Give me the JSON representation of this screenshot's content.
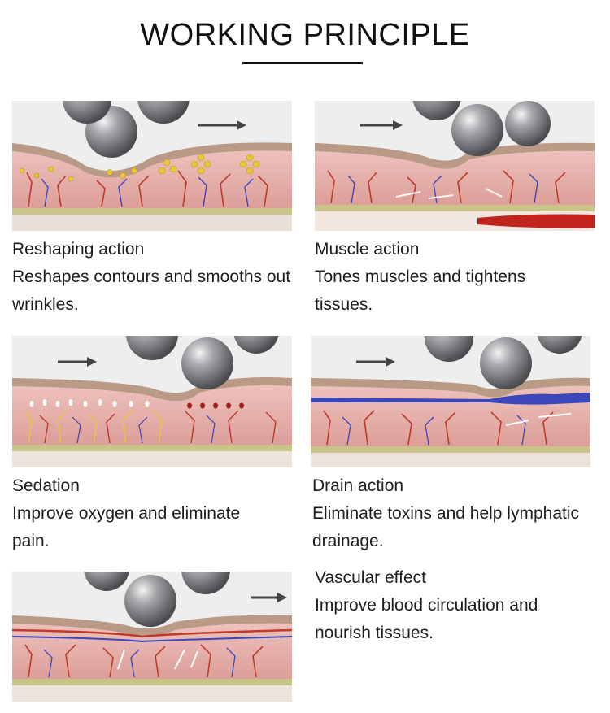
{
  "header": {
    "title": "WORKING PRINCIPLE"
  },
  "sections": [
    {
      "title": "Reshaping action",
      "description": "Reshapes contours and smooths out wrinkles."
    },
    {
      "title": "Muscle action",
      "description": "Tones muscles and tightens tissues."
    },
    {
      "title": "Sedation",
      "description": "Improve oxygen and eliminate pain."
    },
    {
      "title": "Drain action",
      "description": "Eliminate toxins and help lymphatic drainage."
    },
    {
      "title": "Vascular effect",
      "description": "Improve blood circulation and nourish tissues."
    }
  ],
  "colors": {
    "skin_top": "#b89a86",
    "tissue": "#e8b4b0",
    "vessel_red": "#c0392b",
    "vessel_blue": "#3b46b8",
    "fat": "#e8c63a",
    "ball": "#7d7f82",
    "muscle_base": "#c9c48a"
  },
  "icons": {
    "direction": "arrow-right-icon",
    "roller": "metal-ball-icon"
  }
}
